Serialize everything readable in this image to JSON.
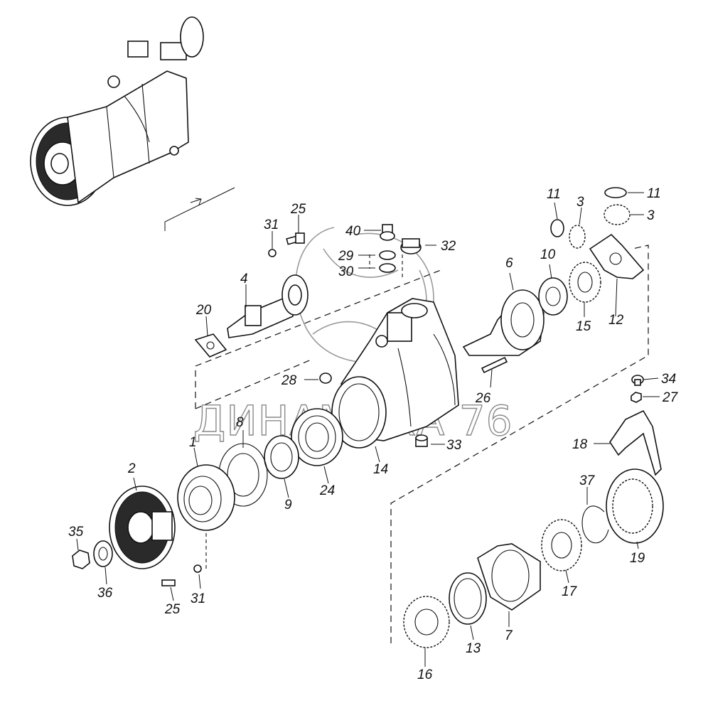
{
  "watermark": {
    "text": "ДИНАМИКА 76"
  },
  "callouts": {
    "c1": "1",
    "c2": "2",
    "c3a": "3",
    "c3b": "3",
    "c4": "4",
    "c6": "6",
    "c7": "7",
    "c8": "8",
    "c9": "9",
    "c10": "10",
    "c11a": "11",
    "c11b": "11",
    "c12": "12",
    "c13": "13",
    "c14": "14",
    "c15": "15",
    "c16": "16",
    "c17": "17",
    "c18": "18",
    "c19": "19",
    "c20": "20",
    "c24": "24",
    "c25a": "25",
    "c25b": "25",
    "c26": "26",
    "c27": "27",
    "c28": "28",
    "c29": "29",
    "c30": "30",
    "c31a": "31",
    "c31b": "31",
    "c32": "32",
    "c33": "33",
    "c34": "34",
    "c35": "35",
    "c36": "36",
    "c37": "37",
    "c40": "40"
  },
  "icons": {
    "assembly": "assembled-transfer-case-icon",
    "housing": "gearbox-housing-icon",
    "flange": "drive-flange-icon"
  },
  "colors": {
    "ink": "#111111",
    "watermark": "#8a8a8a",
    "background": "#ffffff"
  }
}
